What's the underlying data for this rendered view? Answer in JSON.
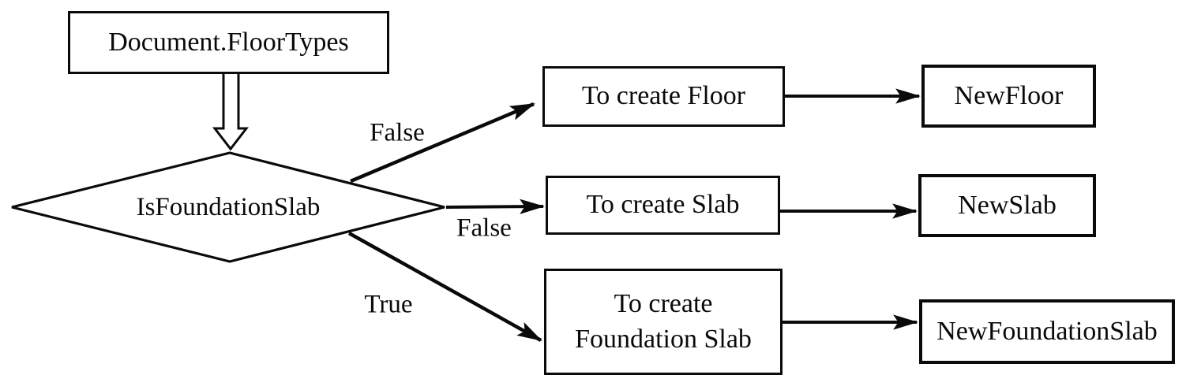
{
  "colors": {
    "background": "#ffffff",
    "stroke": "#0a0a0a",
    "text": "#0a0a0a"
  },
  "nodes": {
    "source": "Document.FloorTypes",
    "decision": "IsFoundationSlab"
  },
  "branches": [
    {
      "condition": "False",
      "action": "To create Floor",
      "result": "NewFloor"
    },
    {
      "condition": "False",
      "action": "To create Slab",
      "result": "NewSlab"
    },
    {
      "condition": "True",
      "action_line1": "To create",
      "action_line2": "Foundation Slab",
      "result": "NewFoundationSlab"
    }
  ]
}
